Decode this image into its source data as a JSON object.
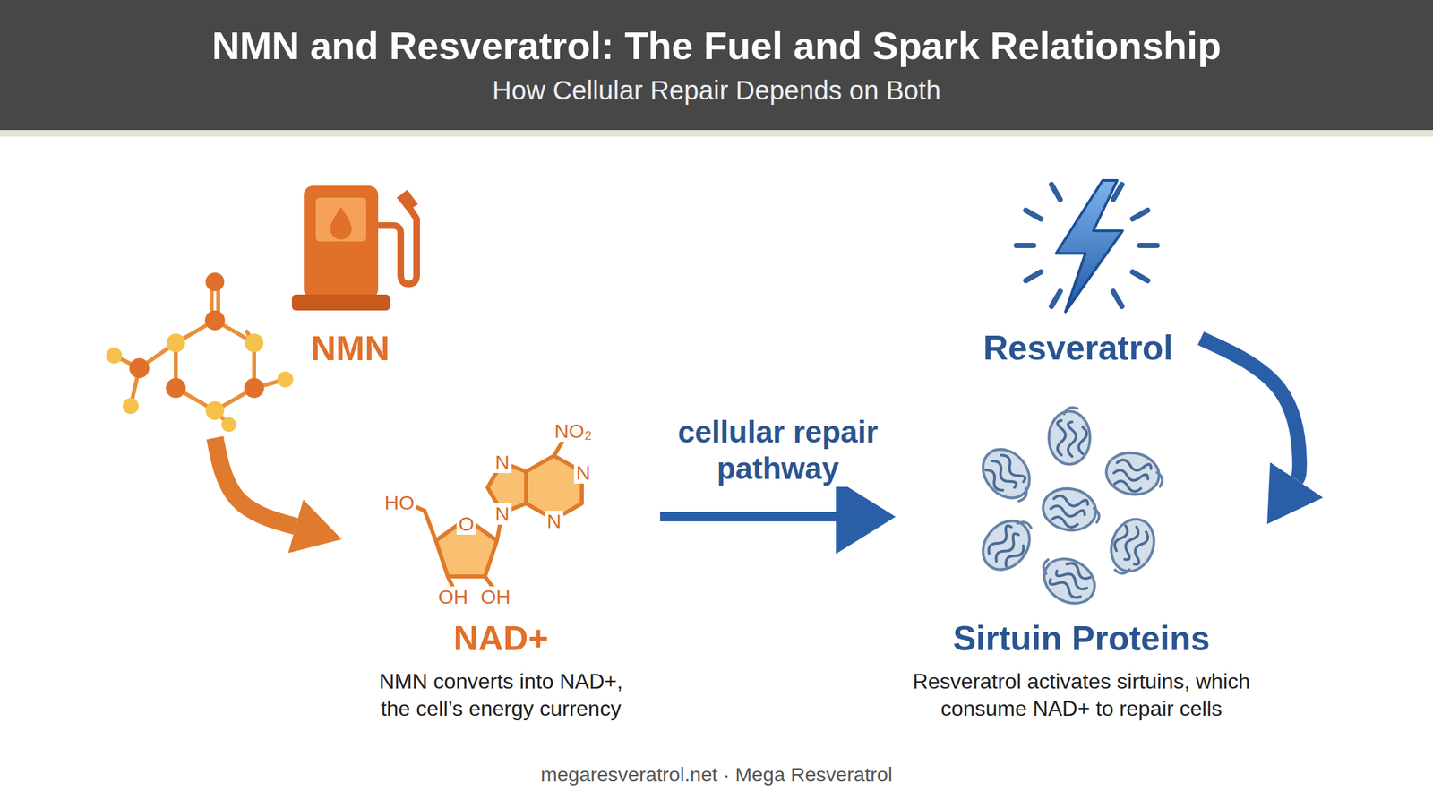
{
  "diagram": {
    "title": "NMN and Resveratrol: The Fuel and Spark Relationship",
    "nodes": [
      {
        "text": [
          "NMN"
        ]
      },
      {
        "text": [
          "Resveratrol"
        ]
      },
      {
        "text": [
          "NAD+",
          "NMN converts into NAD+, the cell’s energy currency"
        ]
      },
      {
        "text": [
          "Sirtuin Proteins",
          "Resveratrol activates sirtuins, which consume NAD+ to repair cells"
        ]
      }
    ],
    "edges": [
      {
        "from": 0,
        "to": 2,
        "arrow": "to"
      },
      {
        "from": 2,
        "to": 3,
        "label": "cellular repair pathway",
        "arrow": "to"
      },
      {
        "from": 1,
        "to": 3,
        "arrow": "to"
      }
    ],
    "labels": [
      "How Cellular Repair Depends on Both",
      "NO₂",
      "N",
      "N",
      "N",
      "N",
      "HO",
      "O",
      "OH",
      "OH",
      "megaresveratrol.net · Mega Resveratrol"
    ]
  }
}
